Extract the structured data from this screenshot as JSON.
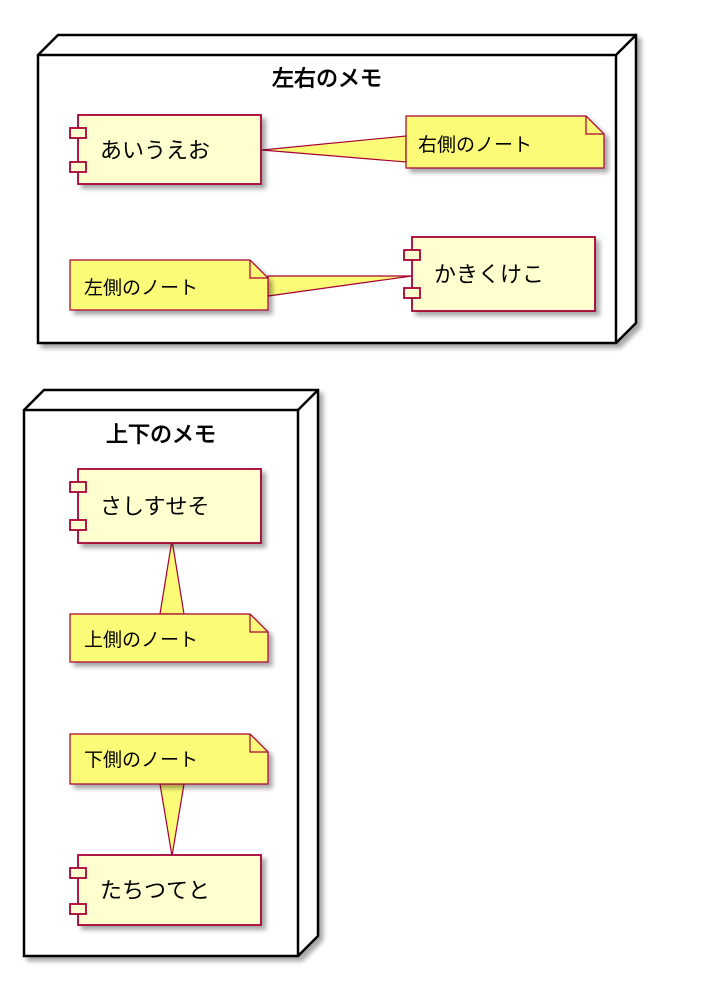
{
  "colors": {
    "component_fill": "#FEFECE",
    "component_border": "#A80036",
    "note_fill": "#FBFB77",
    "note_border": "#A80036",
    "node_border": "#000000",
    "node_fill": "#FFFFFF"
  },
  "nodes": {
    "left_right": {
      "title": "左右のメモ",
      "components": [
        "あいうえお",
        "かきくけこ"
      ],
      "notes": [
        "右側のノート",
        "左側のノート"
      ]
    },
    "top_bottom": {
      "title": "上下のメモ",
      "components": [
        "さしすせそ",
        "たちつてと"
      ],
      "notes": [
        "上側のノート",
        "下側のノート"
      ]
    }
  }
}
